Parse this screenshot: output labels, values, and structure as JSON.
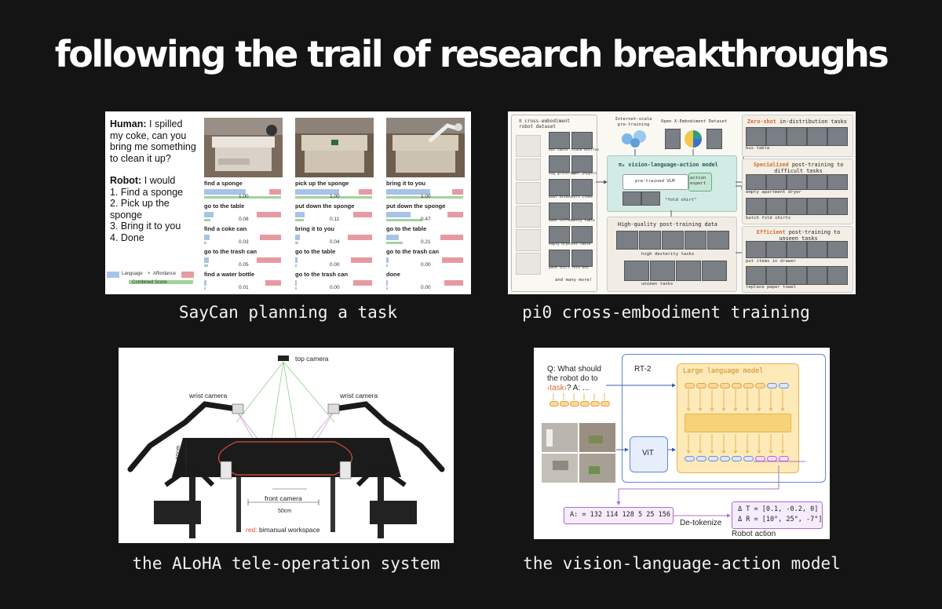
{
  "title": "following the trail of research breakthroughs",
  "panels": {
    "saycan": {
      "caption": "SayCan planning a task",
      "human_label": "Human:",
      "human_text": "I spilled my coke, can you bring me something to clean it up?",
      "robot_label": "Robot:",
      "robot_text": "I would",
      "plan": [
        "1. Find a sponge",
        "2. Pick up the sponge",
        "3. Bring it to you",
        "4. Done"
      ],
      "legend_language": "Language",
      "legend_times": "×",
      "legend_affordance": "Affordance",
      "legend_combined": "Combined Score",
      "columns": [
        {
          "steps": [
            {
              "label": "find a sponge",
              "score": "1.00",
              "lang": 0.85,
              "aff": 0.45,
              "comb": 1.0
            },
            {
              "label": "go to the table",
              "score": "0.08",
              "lang": 0.2,
              "aff": 0.9,
              "comb": 0.08
            },
            {
              "label": "find a coke can",
              "score": "0.03",
              "lang": 0.12,
              "aff": 0.8,
              "comb": 0.03
            },
            {
              "label": "go to the trash can",
              "score": "0.05",
              "lang": 0.1,
              "aff": 0.9,
              "comb": 0.05
            },
            {
              "label": "find a water bottle",
              "score": "0.01",
              "lang": 0.05,
              "aff": 0.6,
              "comb": 0.01
            }
          ]
        },
        {
          "steps": [
            {
              "label": "pick up the sponge",
              "score": "1.00",
              "lang": 0.9,
              "aff": 0.5,
              "comb": 1.0
            },
            {
              "label": "put down the sponge",
              "score": "0.11",
              "lang": 0.2,
              "aff": 0.7,
              "comb": 0.11
            },
            {
              "label": "bring it to you",
              "score": "0.04",
              "lang": 0.1,
              "aff": 0.9,
              "comb": 0.04
            },
            {
              "label": "go to the table",
              "score": "0.00",
              "lang": 0.05,
              "aff": 0.8,
              "comb": 0.0
            },
            {
              "label": "go to the trash can",
              "score": "0.00",
              "lang": 0.04,
              "aff": 0.7,
              "comb": 0.0
            }
          ]
        },
        {
          "steps": [
            {
              "label": "bring it to you",
              "score": "1.00",
              "lang": 0.9,
              "aff": 0.4,
              "comb": 1.0
            },
            {
              "label": "put down the sponge",
              "score": "0.47",
              "lang": 0.5,
              "aff": 0.6,
              "comb": 0.47
            },
            {
              "label": "go to the table",
              "score": "0.21",
              "lang": 0.25,
              "aff": 0.85,
              "comb": 0.21
            },
            {
              "label": "go to the trash can",
              "score": "0.00",
              "lang": 0.05,
              "aff": 0.8,
              "comb": 0.0
            },
            {
              "label": "done",
              "score": "0.00",
              "lang": 0.04,
              "aff": 0.7,
              "comb": 0.0
            }
          ]
        }
      ]
    },
    "pi0": {
      "caption": "pi0 cross-embodiment training",
      "dataset_label": "π cross-embodiment robot dataset",
      "internet_label": "Internet-scale pre-training",
      "openx_label": "Open X-Embodiment Dataset",
      "model_title": "π₀ vision-language-action model",
      "vlm_label": "pre-trained VLM",
      "expert_label": "action expert",
      "fold_label": "\"fold shirt\"",
      "post_label": "High-quality post-training data",
      "high_dex_label": "high dexterity tasks",
      "unseen_label": "unseen tasks",
      "many_more": "and many more!",
      "zero_shot": "Zero-shot",
      "zero_shot_rest": "in-distribution tasks",
      "bus_table": "bus table",
      "specialized": "Specialized",
      "specialized_rest": "post-training to difficult tasks",
      "empty_dryer": "empty apartment dryer",
      "batch_fold": "batch fold shirts",
      "efficient": "Efficient",
      "efficient_rest": "post-training to unseen tasks",
      "put_items": "put items in drawer",
      "replace_towel": "replace paper towel",
      "robot_names": [
        "bus table",
        "stack bottles",
        "bag groceries",
        "open peppers",
        "bowl dishes",
        "sort items",
        "make coffee",
        "messy table",
        "empty dryer",
        "set table",
        "pack shirt",
        "fold box"
      ]
    },
    "aloha": {
      "caption": "the ALoHA tele-operation system",
      "top_camera": "top camera",
      "wrist_left": "wrist camera",
      "wrist_right": "wrist camera",
      "front_camera": "front camera",
      "width_label": "50cm",
      "height_label": "50cm",
      "red_word": "red:",
      "workspace": "bimanual workspace"
    },
    "rt2": {
      "caption": "the vision-language-action model",
      "question_line1": "Q: What should",
      "question_line2": "the robot do to",
      "question_task": "‹task›",
      "question_tail": "? A: ...",
      "rt2_label": "RT-2",
      "llm_label": "Large language model",
      "vit_label": "ViT",
      "action_tokens": "A: = 132 114 128 5 25 156",
      "detokenize": "De-tokenize",
      "delta_t": "Δ T = [0.1, -0.2, 0]",
      "delta_r": "Δ R = [10°, 25°, -7°]",
      "robot_action": "Robot action"
    }
  },
  "colors": {
    "background": "#141414",
    "lang_bar": "#a9c3e8",
    "aff_bar": "#e79aa3",
    "comb_bar": "#9fd49a",
    "llm_fill": "#fdeab8",
    "llm_border": "#e7b54a",
    "rt2_border": "#5f86d6",
    "action_border": "#b06bd1",
    "pi_green": "#3a8f6e",
    "pi_orange": "#d46a2a"
  }
}
